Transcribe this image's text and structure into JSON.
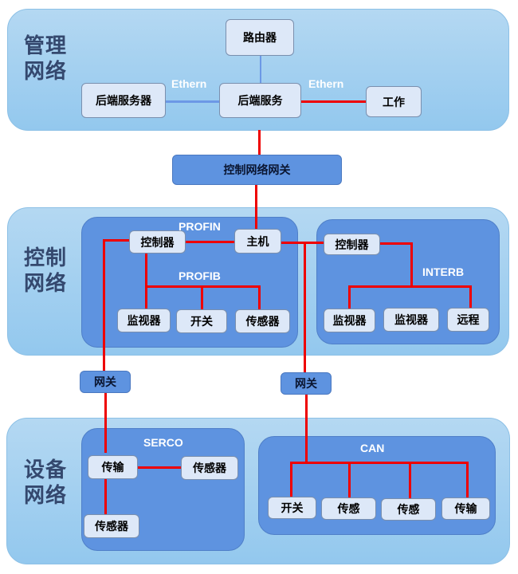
{
  "zones": {
    "management": {
      "label_line1": "管理",
      "label_line2": "网络"
    },
    "control": {
      "label_line1": "控制",
      "label_line2": "网络"
    },
    "device": {
      "label_line1": "设备",
      "label_line2": "网络"
    }
  },
  "management": {
    "router": "路由器",
    "backend_server_left": "后端服务器",
    "backend_service": "后端服务",
    "workstation": "工作",
    "ethernet_left": "Ethern",
    "ethernet_right": "Ethern"
  },
  "control_gateway": "控制网络网关",
  "control": {
    "profinet": {
      "title": "PROFIN",
      "bus_title": "PROFIB",
      "controller": "控制器",
      "host": "主机",
      "monitor": "监视器",
      "switch": "开关",
      "sensor": "传感器"
    },
    "interbus": {
      "title": "INTERB",
      "controller": "控制器",
      "monitor1": "监视器",
      "monitor2": "监视器",
      "remote": "远程"
    }
  },
  "gateways": {
    "left": "网关",
    "right": "网关"
  },
  "device": {
    "sercos": {
      "title": "SERCO",
      "transmit": "传输",
      "sensor_right": "传感器",
      "sensor_bottom": "传感器"
    },
    "can": {
      "title": "CAN",
      "switch": "开关",
      "sensor1": "传感",
      "sensor2": "传感",
      "transmit": "传输"
    }
  },
  "colors": {
    "link_red": "#ee0000",
    "link_blue": "#6c98e6",
    "zone_bg": "#a4d0f0",
    "subnet_bg": "#5e93e0",
    "node_bg": "#dde8f8"
  }
}
